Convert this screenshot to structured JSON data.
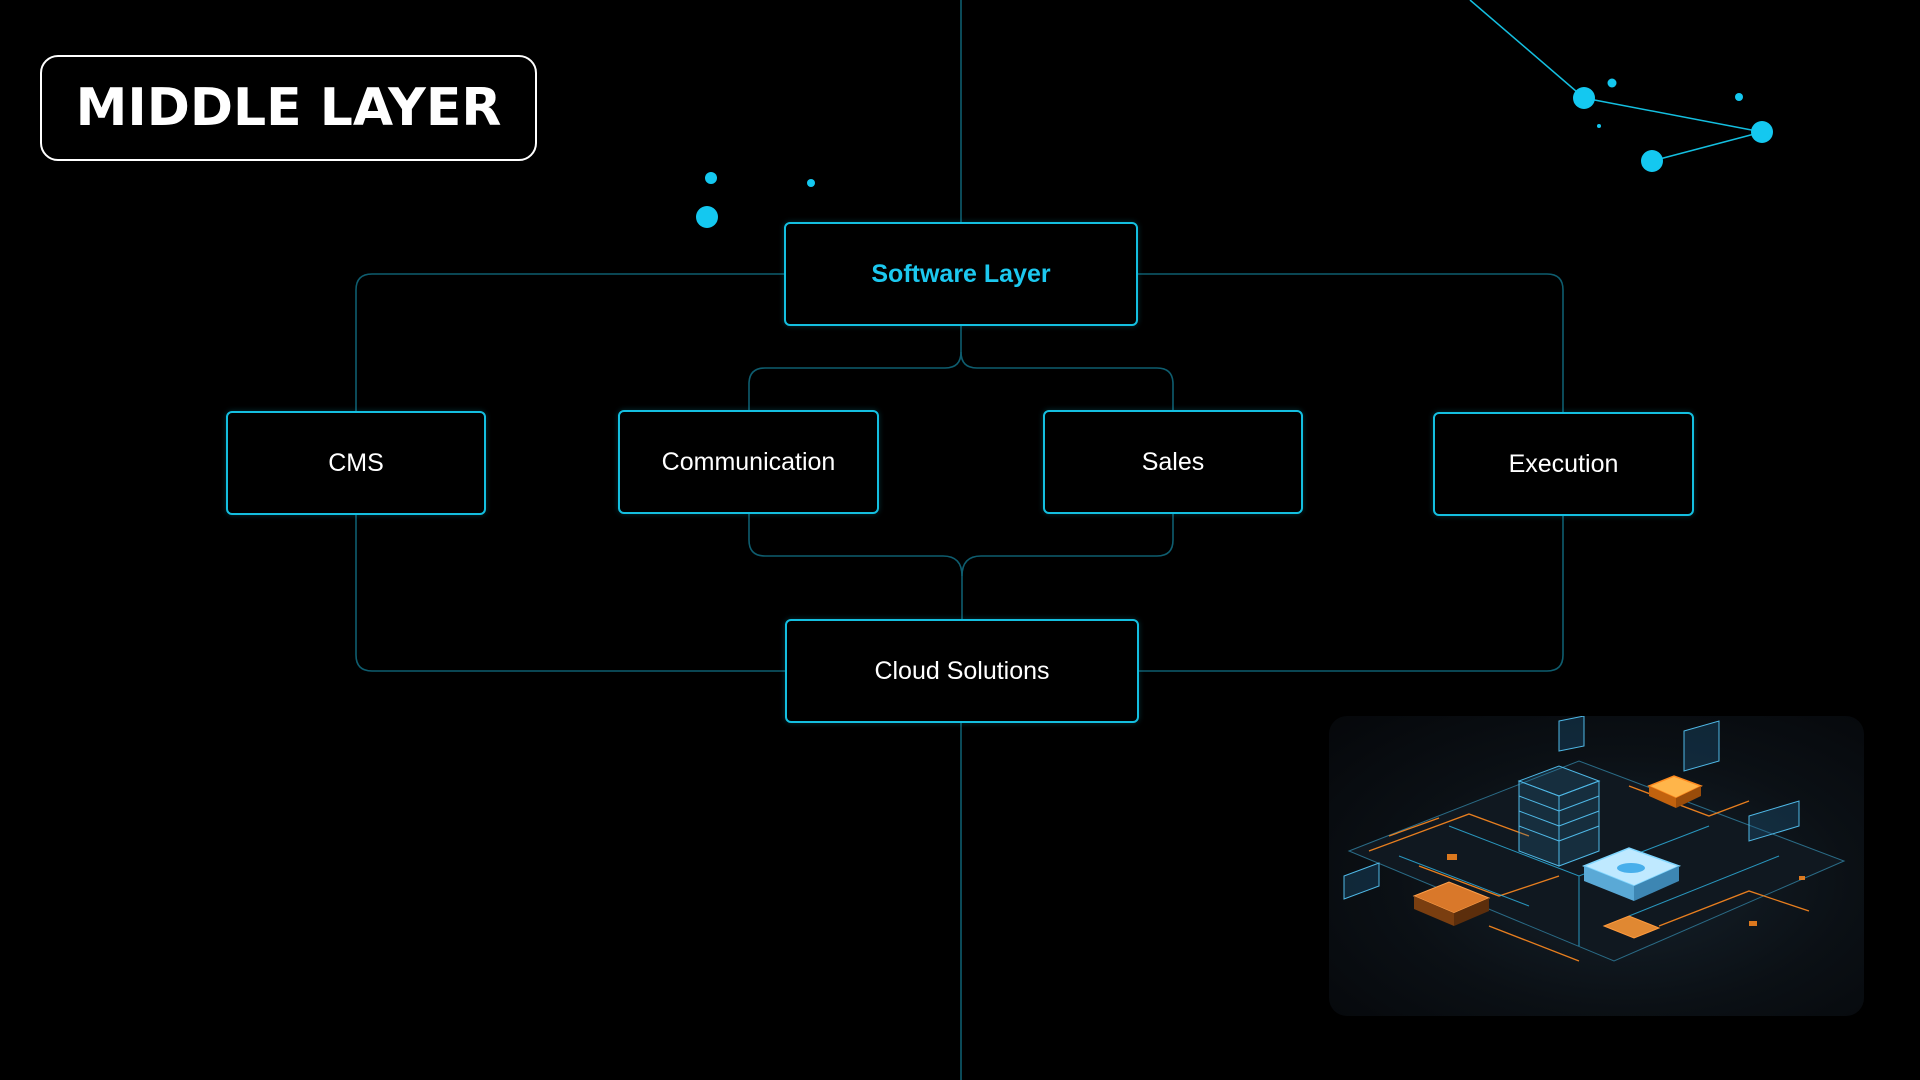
{
  "title": "MIDDLE LAYER",
  "colors": {
    "background": "#000000",
    "accent": "#14bfe0",
    "primary_text": "#1cc8ef",
    "line": "#0e5d6f",
    "illustration_orange": "#ff8a1f"
  },
  "diagram": {
    "root": "Software Layer",
    "modules": [
      "CMS",
      "Communication",
      "Sales",
      "Execution"
    ],
    "base": "Cloud Solutions"
  },
  "illustration": {
    "subject": "isometric-software-infrastructure-illustration"
  }
}
